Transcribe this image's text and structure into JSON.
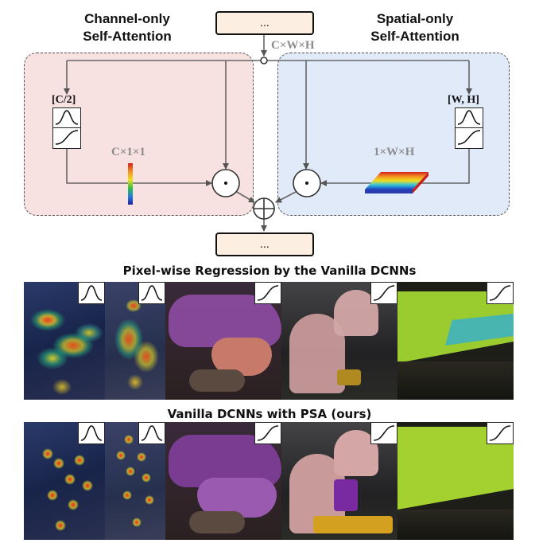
{
  "diagram": {
    "channel_title": [
      "Channel-only",
      "Self-Attention"
    ],
    "spatial_title": [
      "Spatial-only",
      "Self-Attention"
    ],
    "input_box": "...",
    "output_box": "...",
    "input_dims": "C×W×H",
    "channel_dims": "C×1×1",
    "spatial_dims": "1×W×H",
    "channel_bracket": "[C/2]",
    "spatial_bracket": "[W, H]",
    "colors": {
      "channel_panel": "#f7e1e1",
      "spatial_panel": "#e1eaf9",
      "token_box": "#fdeee2"
    }
  },
  "sections": {
    "vanilla_title": "Pixel-wise Regression by the Vanilla DCNNs",
    "psa_title": "Vanilla DCNNs with PSA (ours)"
  },
  "icons": {
    "gaussian": "gaussian-curve-icon",
    "sigmoid": "sigmoid-curve-icon"
  }
}
